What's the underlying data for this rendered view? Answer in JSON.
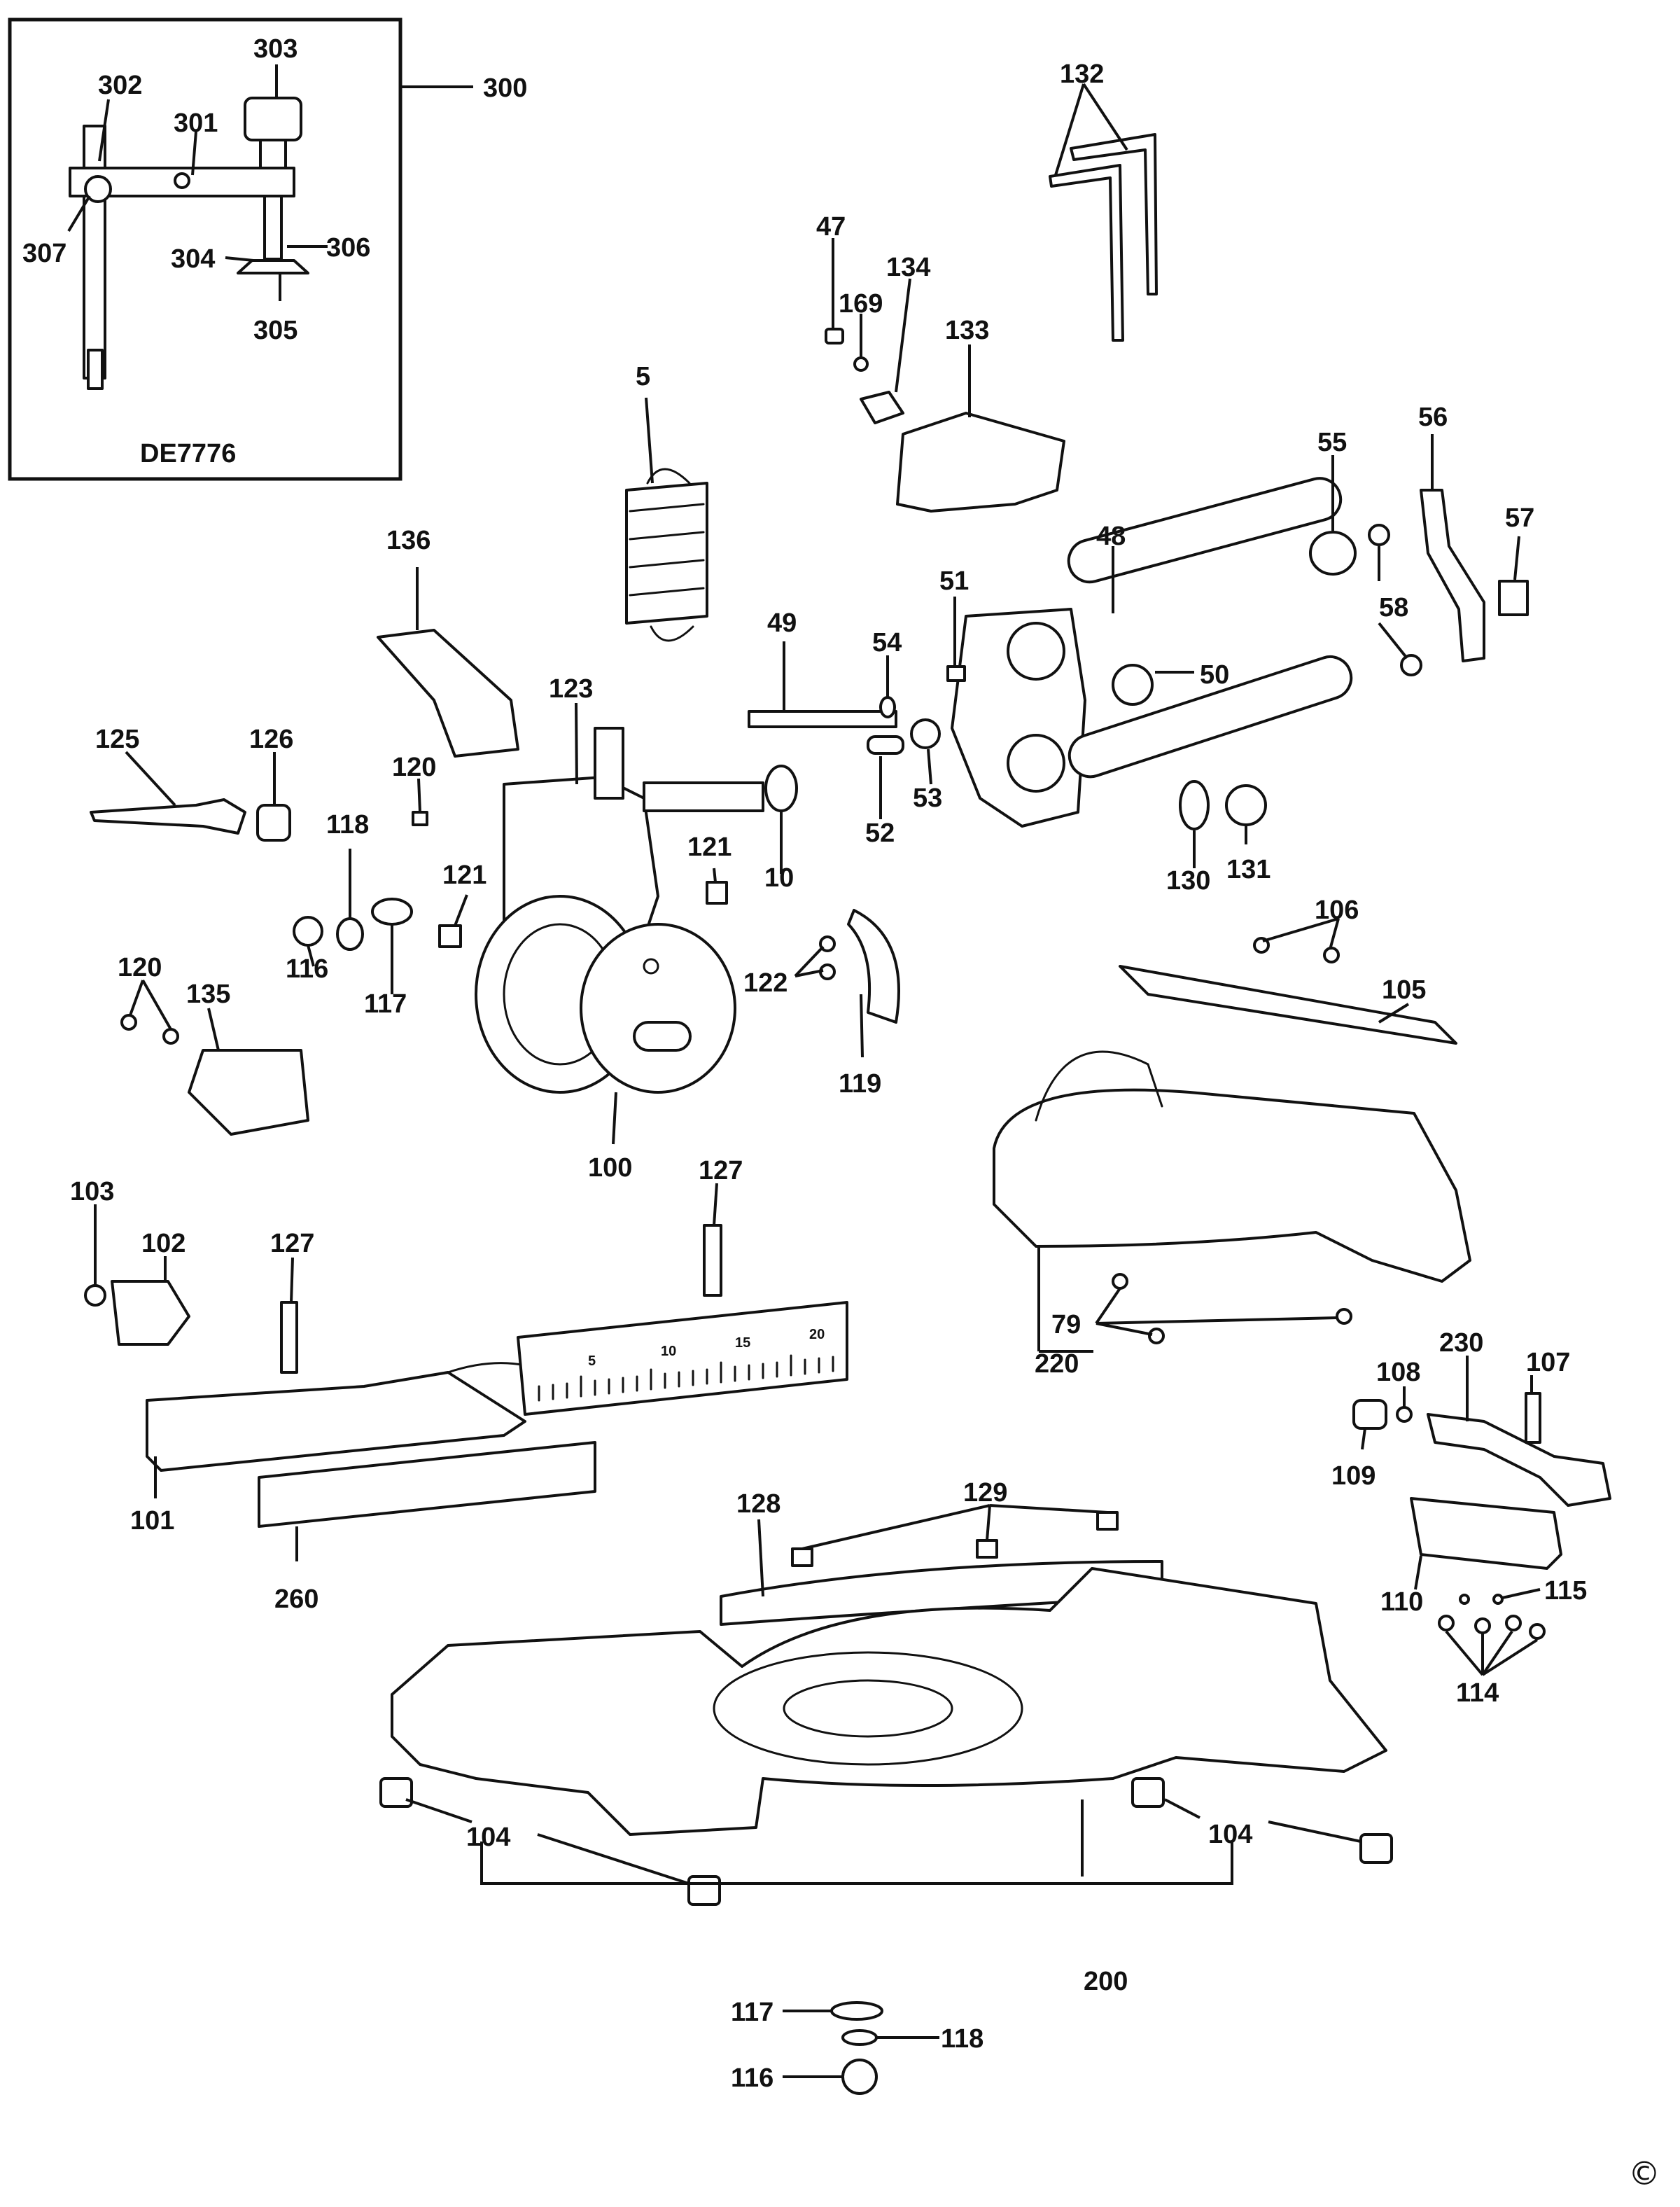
{
  "inset": {
    "model": "DE7776"
  },
  "labels": {
    "n300": "300",
    "n301": "301",
    "n302": "302",
    "n303": "303",
    "n304": "304",
    "n305": "305",
    "n306": "306",
    "n307": "307",
    "n5": "5",
    "n10": "10",
    "n47": "47",
    "n48": "48",
    "n49": "49",
    "n50": "50",
    "n51": "51",
    "n52": "52",
    "n53": "53",
    "n54": "54",
    "n55": "55",
    "n56": "56",
    "n57": "57",
    "n58": "58",
    "n79": "79",
    "n100": "100",
    "n101": "101",
    "n102": "102",
    "n103": "103",
    "n104a": "104",
    "n104b": "104",
    "n105": "105",
    "n106": "106",
    "n107": "107",
    "n108": "108",
    "n109": "109",
    "n110": "110",
    "n114": "114",
    "n115": "115",
    "n116a": "116",
    "n116b": "116",
    "n117a": "117",
    "n117b": "117",
    "n118a": "118",
    "n118b": "118",
    "n119": "119",
    "n120a": "120",
    "n120b": "120",
    "n121a": "121",
    "n121b": "121",
    "n122": "122",
    "n123": "123",
    "n125": "125",
    "n126": "126",
    "n127a": "127",
    "n127b": "127",
    "n128": "128",
    "n129": "129",
    "n130": "130",
    "n131": "131",
    "n132": "132",
    "n133": "133",
    "n134": "134",
    "n135": "135",
    "n136": "136",
    "n169": "169",
    "n200": "200",
    "n220": "220",
    "n230": "230",
    "n260": "260"
  },
  "scale_marks": [
    "5",
    "10",
    "15",
    "20"
  ],
  "copyright": "©"
}
